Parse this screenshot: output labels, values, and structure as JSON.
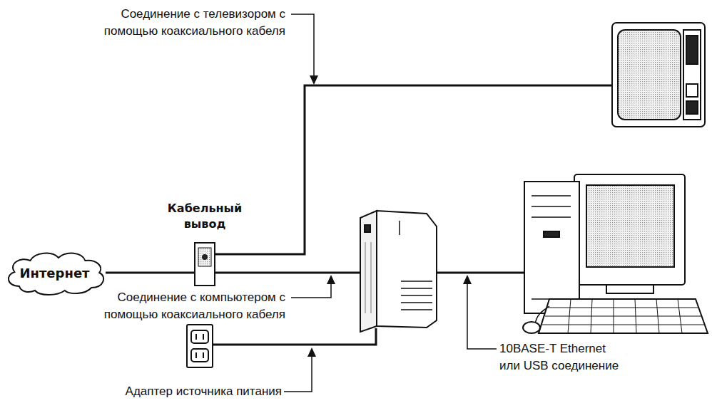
{
  "diagram": {
    "nodes": [
      {
        "text": [
          "Интернет"
        ]
      },
      {
        "text": [
          "Кабельный вывод"
        ]
      }
    ],
    "edges": [
      {
        "from": 0,
        "to": 1,
        "arrow": "none"
      }
    ],
    "labels": [
      "Соединение с телевизором с помощью коаксиального кабеля",
      "Соединение с компьютером с помощью коаксиального кабеля",
      "10BASE-T Ethernet или USB соединение",
      "Адаптер источника питания"
    ]
  }
}
